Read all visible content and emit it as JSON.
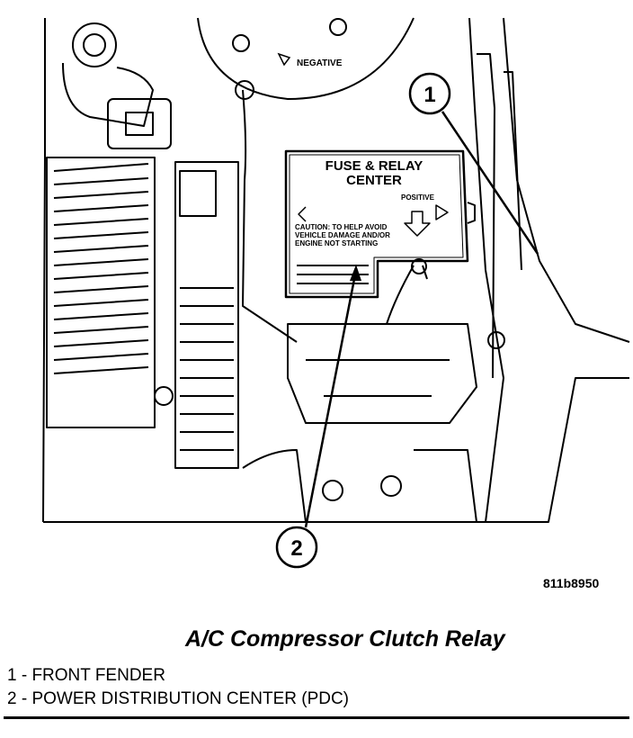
{
  "illustration": {
    "box_title_line1": "FUSE & RELAY",
    "box_title_line2": "CENTER",
    "positive_label": "POSITIVE",
    "caution_line1": "CAUTION: TO HELP AVOID",
    "caution_line2": "VEHICLE DAMAGE AND/OR",
    "caution_line3": "ENGINE NOT STARTING",
    "negative_label": "NEGATIVE",
    "callout_1": "1",
    "callout_2": "2"
  },
  "figure_id": "811b8950",
  "title": "A/C Compressor Clutch Relay",
  "legend": [
    "1 - FRONT FENDER",
    "2 - POWER DISTRIBUTION CENTER (PDC)"
  ]
}
